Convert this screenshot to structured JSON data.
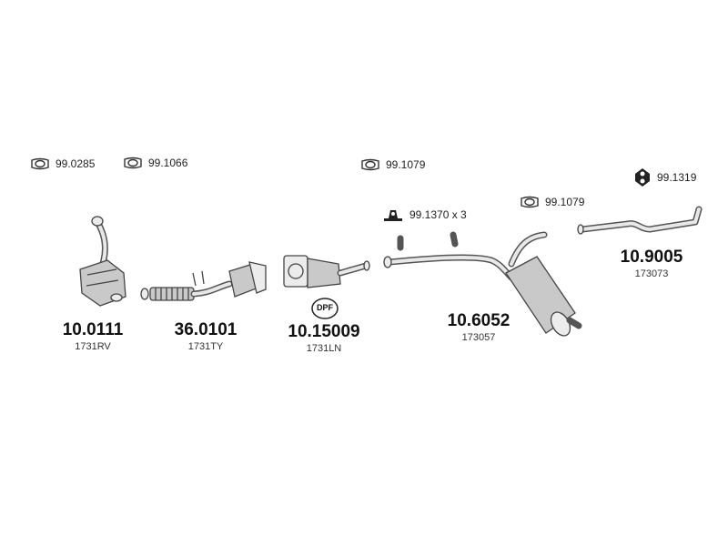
{
  "accessories": [
    {
      "label": "99.0285",
      "icon": "gasket-icon"
    },
    {
      "label": "99.1066",
      "icon": "gasket-icon"
    },
    {
      "label": "99.1079",
      "icon": "gasket-icon"
    },
    {
      "label": "99.1370 x 3",
      "icon": "mounting-bracket-icon"
    },
    {
      "label": "99.1079",
      "icon": "gasket-icon"
    },
    {
      "label": "99.1319",
      "icon": "rubber-hanger-icon"
    }
  ],
  "parts": [
    {
      "number": "10.0111",
      "ref": "1731RV"
    },
    {
      "number": "36.0101",
      "ref": "1731TY"
    },
    {
      "number": "10.15009",
      "ref": "1731LN",
      "badge": "DPF"
    },
    {
      "number": "10.6052",
      "ref": "173057"
    },
    {
      "number": "10.9005",
      "ref": "173073"
    }
  ]
}
